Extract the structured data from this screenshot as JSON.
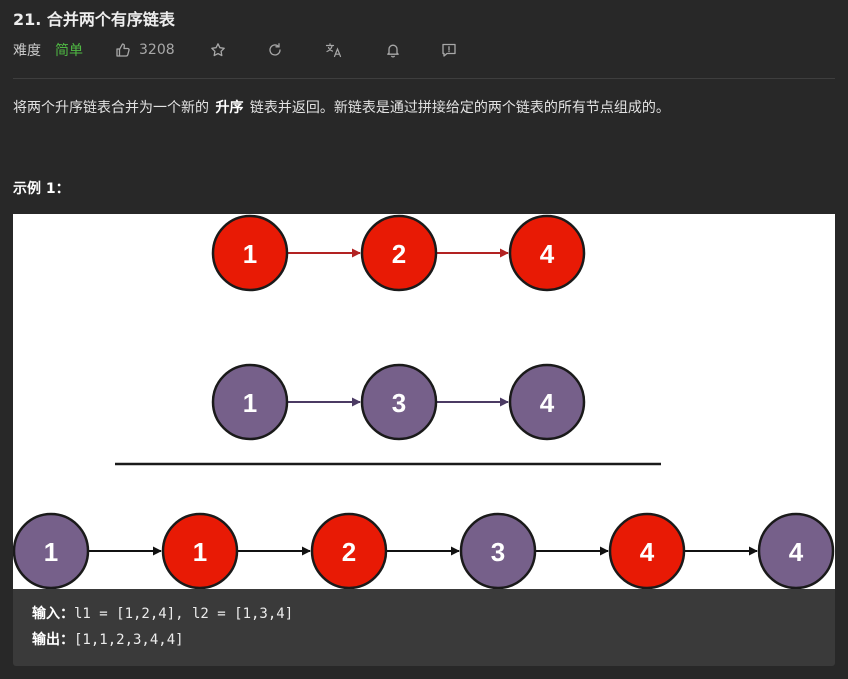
{
  "problem": {
    "title": "21. 合并两个有序链表",
    "difficulty_label": "难度",
    "difficulty": "简单",
    "likes": "3208"
  },
  "toolbar_icons": [
    "thumbs-up-icon",
    "star-icon",
    "refresh-icon",
    "translate-icon",
    "bell-icon",
    "feedback-icon"
  ],
  "description": {
    "before": "将两个升序链表合并为一个新的",
    "bold": "升序",
    "after": "链表并返回。新链表是通过拼接给定的两个链表的所有节点组成的。"
  },
  "example": {
    "title": "示例 1：",
    "input_label": "输入：",
    "input_value": "l1 = [1,2,4], l2 = [1,3,4]",
    "output_label": "输出：",
    "output_value": "[1,1,2,3,4,4]"
  },
  "figure": {
    "list1": [
      "1",
      "2",
      "4"
    ],
    "list2": [
      "1",
      "3",
      "4"
    ],
    "merged": [
      {
        "value": "1",
        "from": "list2"
      },
      {
        "value": "1",
        "from": "list1"
      },
      {
        "value": "2",
        "from": "list1"
      },
      {
        "value": "3",
        "from": "list2"
      },
      {
        "value": "4",
        "from": "list1"
      },
      {
        "value": "4",
        "from": "list2"
      }
    ],
    "colors": {
      "list1_fill": "#e81a05",
      "list2_fill": "#76608a",
      "list1_arrow": "#b22222",
      "list2_arrow": "#4b3a63",
      "merged_arrow": "#111111",
      "node_stroke": "#1a1a1a"
    }
  }
}
